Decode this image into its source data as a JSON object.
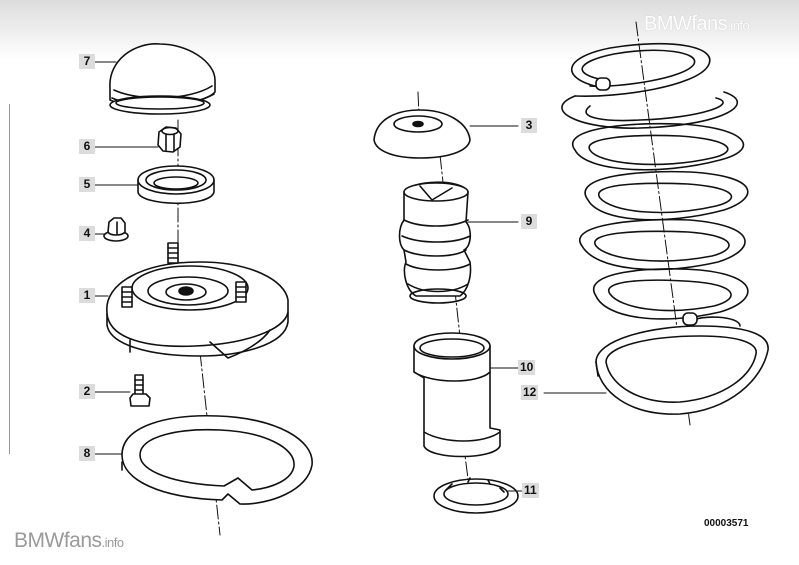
{
  "watermark": {
    "brand": "BMWfans",
    "suffix": ".info"
  },
  "document_number": "00003571",
  "callouts": [
    {
      "id": "7",
      "label": "7"
    },
    {
      "id": "6",
      "label": "6"
    },
    {
      "id": "5",
      "label": "5"
    },
    {
      "id": "4",
      "label": "4"
    },
    {
      "id": "1",
      "label": "1"
    },
    {
      "id": "2",
      "label": "2"
    },
    {
      "id": "8",
      "label": "8"
    },
    {
      "id": "3",
      "label": "3"
    },
    {
      "id": "9",
      "label": "9"
    },
    {
      "id": "10",
      "label": "10"
    },
    {
      "id": "11",
      "label": "11"
    },
    {
      "id": "12",
      "label": "12"
    }
  ],
  "parts": [
    "dust-cap",
    "hex-nut",
    "bearing-cup",
    "flange-nut",
    "strut-mount",
    "bolt",
    "lower-spring-pad",
    "upper-spring-seat",
    "bump-stop",
    "protective-tube",
    "retaining-ring",
    "coil-spring",
    "spring-pad"
  ]
}
